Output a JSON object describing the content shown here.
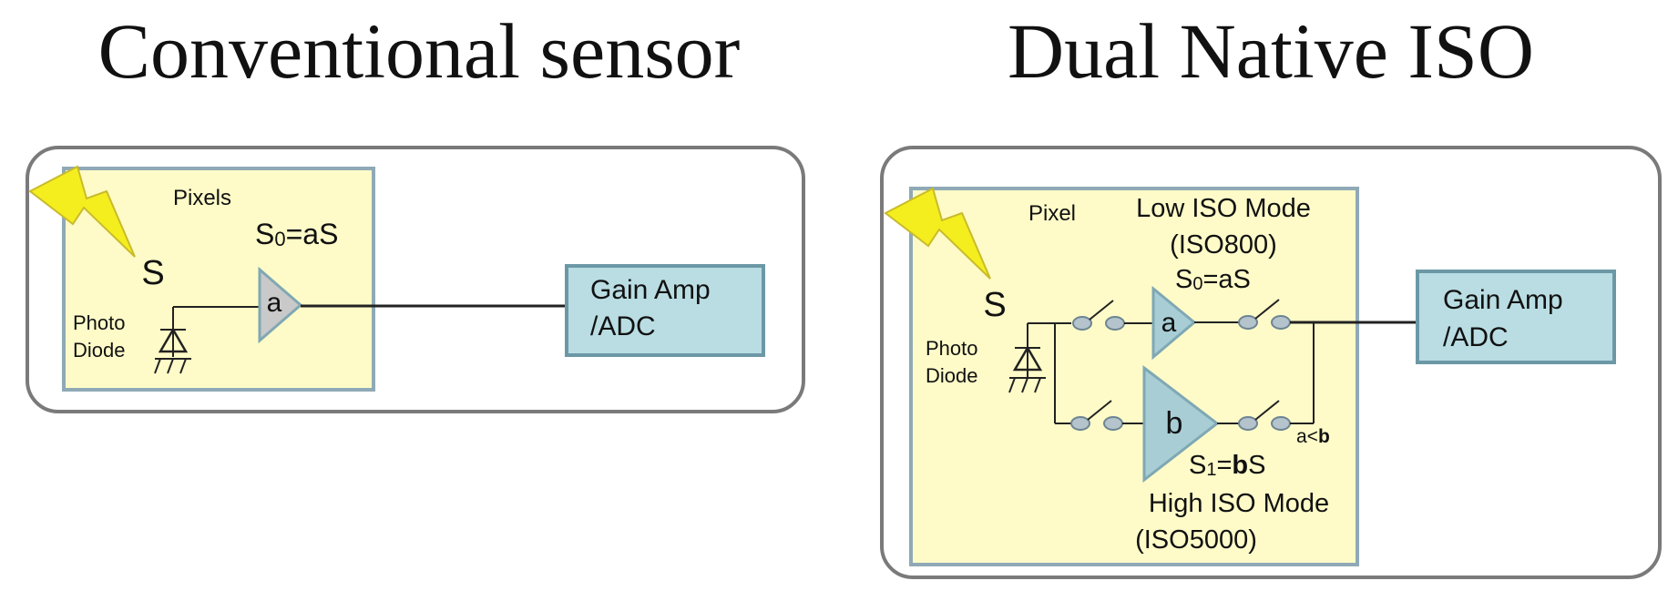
{
  "colors": {
    "pixel_fill": "#fefbc8",
    "gain_fill": "#b9dde3",
    "amp_gray": "#c9c9c9",
    "amp_blue": "#a8cdd5",
    "bolt": "#f5ee1f"
  },
  "left": {
    "title": "Conventional sensor",
    "pixel_label": "Pixels",
    "signal": "S",
    "photodiode_line1": "Photo",
    "photodiode_line2": "Diode",
    "amp_label": "a",
    "s0_prefix": "S",
    "s0_sub": "0",
    "s0_suffix": "=aS",
    "gain_line1": "Gain Amp",
    "gain_line2": "/ADC"
  },
  "right": {
    "title": "Dual Native  ISO",
    "pixel_label": "Pixel",
    "signal": "S",
    "photodiode_line1": "Photo",
    "photodiode_line2": "Diode",
    "low_mode_line1": "Low ISO Mode",
    "low_mode_line2": "(ISO800)",
    "s0_prefix": "S",
    "s0_sub": "0",
    "s0_suffix": "=aS",
    "amp_a": "a",
    "amp_b": "b",
    "s1_prefix": "S",
    "s1_sub": "1",
    "s1_eq": "=",
    "s1_bold": "b",
    "s1_suffix": "S",
    "compare_a": "a<",
    "compare_b": "b",
    "high_mode_line1": "High ISO Mode",
    "high_mode_line2": "(ISO5000)",
    "gain_line1": "Gain Amp",
    "gain_line2": "/ADC"
  }
}
